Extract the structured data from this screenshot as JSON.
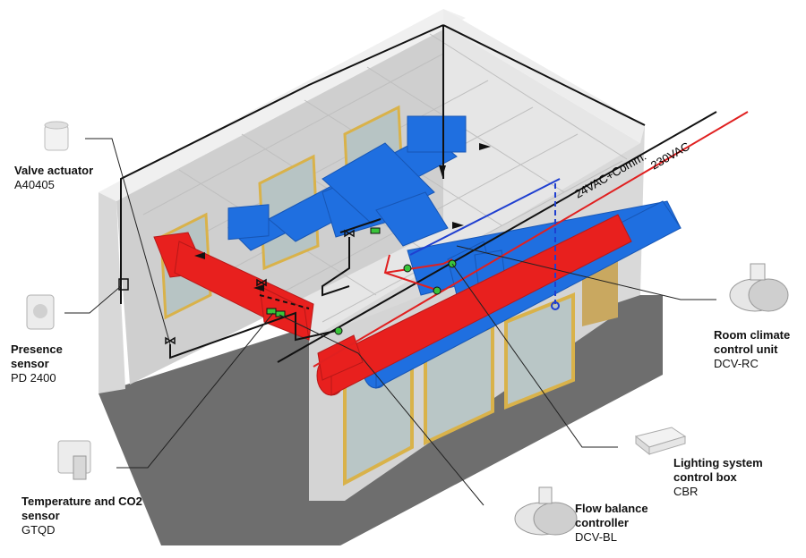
{
  "labels": {
    "valve_actuator": {
      "title": "Valve actuator",
      "code": "A40405"
    },
    "presence_sensor": {
      "title": "Presence\nsensor",
      "code": "PD 2400"
    },
    "temp_co2_sensor": {
      "title": "Temperature and CO2\nsensor",
      "code": "GTQD"
    },
    "flow_balance": {
      "title": "Flow balance\ncontroller",
      "code": "DCV-BL"
    },
    "lighting_box": {
      "title": "Lighting system\ncontrol box",
      "code": "CBR"
    },
    "room_climate": {
      "title": "Room climate\ncontrol unit",
      "code": "DCV-RC"
    }
  },
  "cables": {
    "low_voltage": "24VAC+Comm.",
    "mains": "230VAC"
  },
  "colors": {
    "supply_duct": "#e8201e",
    "extract_duct": "#1f6fe0",
    "mains_cable": "#e02020",
    "signal_cable": "#111111",
    "sensor_node": "#39c43a",
    "window_frame": "#d9b24a",
    "floor": "#6e6e6e"
  }
}
